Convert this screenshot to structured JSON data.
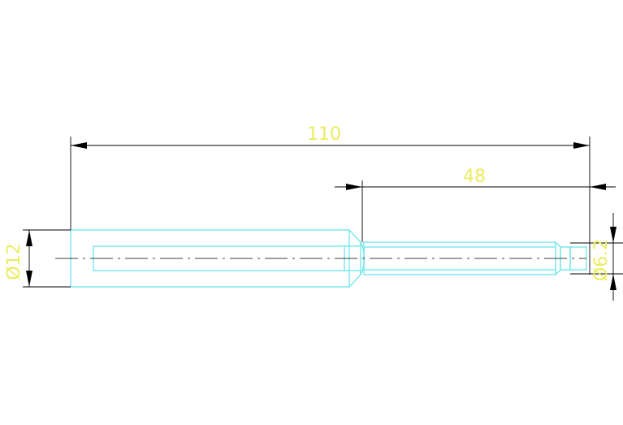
{
  "drawing": {
    "colors": {
      "sheet": "#ffffff",
      "part_outline": "#5fe3ea",
      "dimension_line": "#000000",
      "dimension_text": "#ecec60",
      "center_line": "#000000"
    },
    "dimensions": {
      "overall_length": "110",
      "shank_length": "48",
      "body_diameter": "Ø12",
      "tip_diameter": "Ø6.2"
    }
  }
}
